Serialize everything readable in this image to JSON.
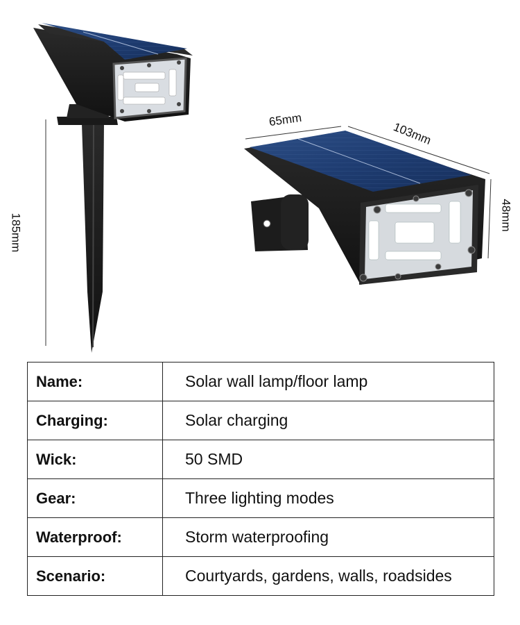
{
  "dimensions": {
    "height": "185mm",
    "depth": "65mm",
    "width": "103mm",
    "panel_height": "48mm"
  },
  "specs": [
    {
      "key": "Name:",
      "value": "Solar wall lamp/floor lamp"
    },
    {
      "key": "Charging:",
      "value": "Solar charging"
    },
    {
      "key": "Wick:",
      "value": "50 SMD"
    },
    {
      "key": "Gear:",
      "value": "Three lighting modes"
    },
    {
      "key": "Waterproof:",
      "value": "Storm waterproofing"
    },
    {
      "key": "Scenario:",
      "value": "Courtyards, gardens, walls, roadsides"
    }
  ]
}
